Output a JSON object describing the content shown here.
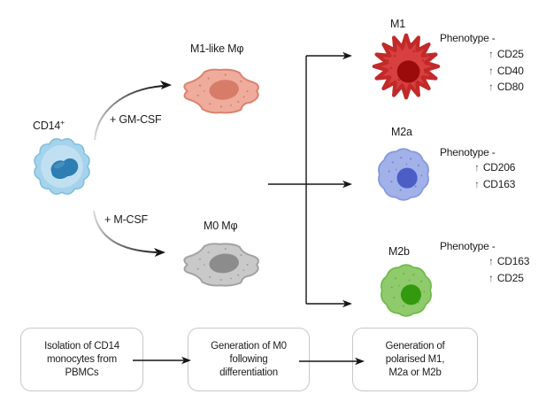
{
  "cells": {
    "monocyte": {
      "label": "CD14",
      "label_sup": "+",
      "body_color": "#a5d3ec",
      "rim_color": "#7cbcdd",
      "inner_color": "#c0e0f2",
      "nucleus_color": "#2e7db3",
      "highlight_color": "#6fb4d8"
    },
    "m1_like": {
      "label": "M1-like Mφ",
      "body_color": "#efac9c",
      "rim_color": "#db8270",
      "nucleus_color": "#d87c6a",
      "dot_color": "#cf7060"
    },
    "m0": {
      "label": "M0 Mφ",
      "body_color": "#c9c9c9",
      "rim_color": "#a2a2a2",
      "nucleus_color": "#8c8c8c",
      "dot_color": "#999999"
    },
    "m1": {
      "label": "M1",
      "body_color": "#d84040",
      "rim_color": "#c22a2a",
      "nucleus_color": "#9b0b0b",
      "dot_color": "#b52222"
    },
    "m2a": {
      "label": "M2a",
      "body_color": "#a2b1e8",
      "rim_color": "#8598de",
      "nucleus_color": "#4a5ec6",
      "dot_color": "#6a7bd8"
    },
    "m2b": {
      "label": "M2b",
      "body_color": "#8fcb6c",
      "rim_color": "#6fb94a",
      "nucleus_color": "#33990f",
      "dot_color": "#5cad35"
    }
  },
  "factors": {
    "gm_csf": "+ GM-CSF",
    "m_csf": "+ M-CSF"
  },
  "phenotypes": {
    "m1": {
      "title": "Phenotype -",
      "markers": [
        "CD25",
        "CD40",
        "CD80"
      ]
    },
    "m2a": {
      "title": "Phenotype -",
      "markers": [
        "CD206",
        "CD163"
      ]
    },
    "m2b": {
      "title": "Phenotype -",
      "markers": [
        "CD163",
        "CD25"
      ]
    }
  },
  "icons": {
    "up_arrow": "↑"
  },
  "workflow": {
    "boxes": [
      {
        "lines": [
          "Isolation of CD14",
          "monocytes from",
          "PBMCs"
        ]
      },
      {
        "lines": [
          "Generation of M0",
          "following",
          "differentiation"
        ]
      },
      {
        "lines": [
          "Generation of",
          "polarised M1,",
          "M2a or M2b"
        ]
      }
    ]
  }
}
